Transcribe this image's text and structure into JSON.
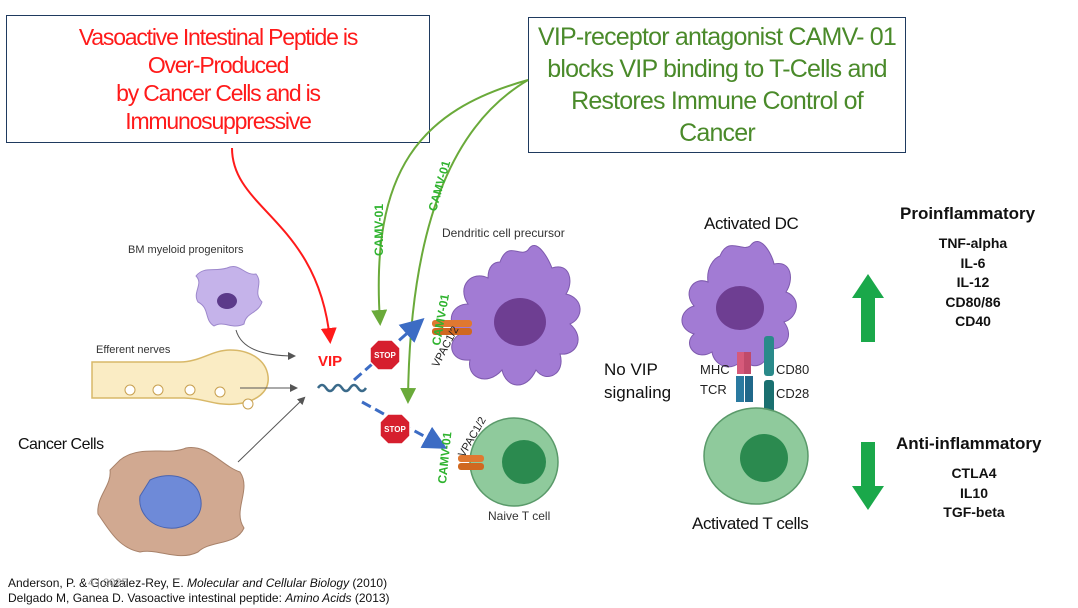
{
  "title_box_left": {
    "lines": [
      "Vasoactive Intestinal Peptide is",
      "Over-Produced",
      "by Cancer Cells and is",
      "Immunosuppressive"
    ],
    "color": "#ff1a1a"
  },
  "title_box_right": {
    "lines": [
      "VIP-receptor antagonist CAMV- 01",
      "blocks VIP binding to T-Cells and",
      "Restores Immune Control of",
      "Cancer"
    ],
    "color": "#4a8a2a"
  },
  "diagram": {
    "bm_label": "BM myeloid progenitors",
    "efferent_label": "Efferent nerves",
    "cancer_label": "Cancer Cells",
    "vip_label": "VIP",
    "stop_label": "STOP",
    "camv_label": "CAMV-01",
    "vpac_label": "VPAC1/2",
    "dc_precursor_label": "Dendritic cell precursor",
    "naive_t_label": "Naive T cell",
    "no_vip_lines": [
      "No VIP",
      "signaling"
    ],
    "activated_dc_label": "Activated DC",
    "activated_t_label": "Activated T cells",
    "mhc_label": "MHC",
    "tcr_label": "TCR",
    "cd80_label": "CD80",
    "cd28_label": "CD28"
  },
  "proinflammatory": {
    "heading": "Proinflammatory",
    "items": [
      "TNF-alpha",
      "IL-6",
      "IL-12",
      "CD80/86",
      "CD40"
    ]
  },
  "anti_inflammatory": {
    "heading": "Anti-inflammatory",
    "items": [
      "CTLA4",
      "IL10",
      "TGF-beta"
    ]
  },
  "references": {
    "line1_plain": "Anderson, P. & Gonzalez-Rey, E. ",
    "line1_italic": "Molecular and Cellular Biology",
    "line1_tail": " (2010)",
    "line2_plain": "Delgado M, Ganea D. Vasoactive intestinal peptide: ",
    "line2_italic": "Amino Acids",
    "line2_tail": " (2013)",
    "page_number": "4 | 2025"
  },
  "colors": {
    "red": "#ff1a1a",
    "green": "#4a8a2a",
    "arrow_green": "#1aa84a",
    "purple": "#9a79c9",
    "t_cell": "#7fc08e",
    "stop": "#d61f2e"
  }
}
